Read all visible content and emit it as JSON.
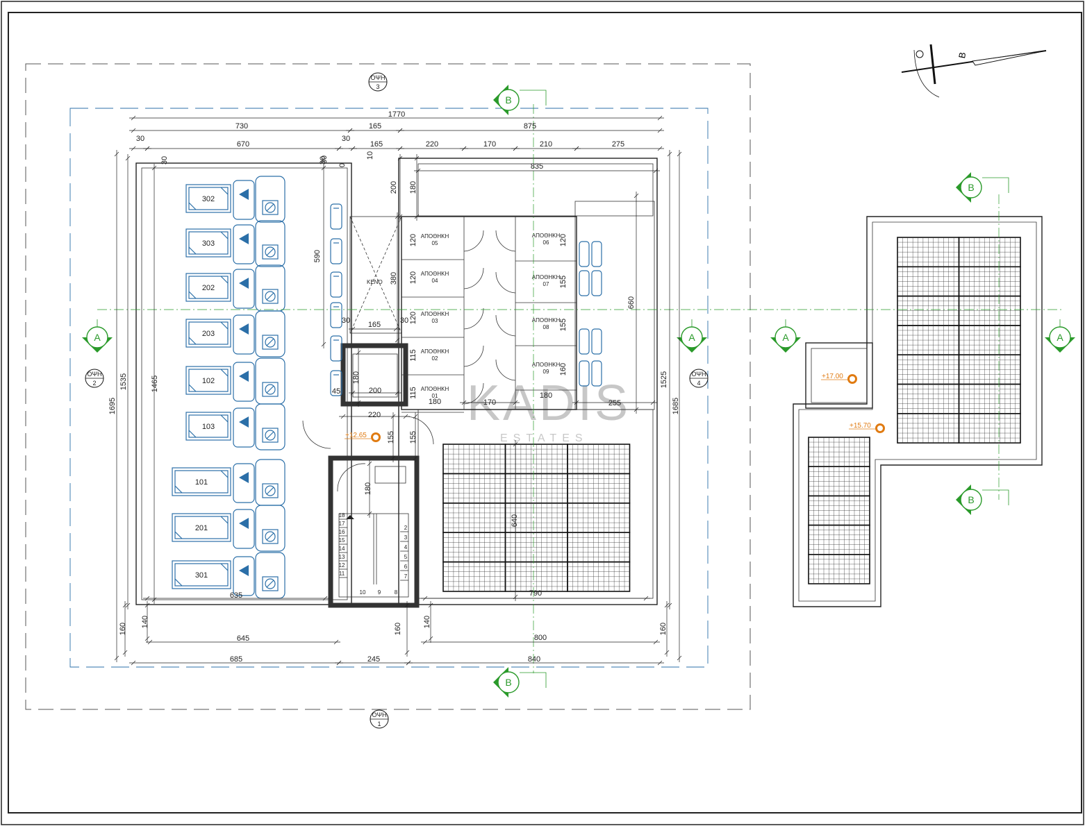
{
  "watermark": {
    "brand": "KADIS",
    "sub": "ESTATES"
  },
  "north_label": "B",
  "elevation_marks": {
    "top": {
      "word": "ΟΨΗ",
      "num": "3"
    },
    "left": {
      "word": "ΟΨΗ",
      "num": "2"
    },
    "right": {
      "word": "ΟΨΗ",
      "num": "4"
    },
    "bottom": {
      "word": "ΟΨΗ",
      "num": "1"
    }
  },
  "section_marks": {
    "a": "A",
    "b": "B"
  },
  "levels": {
    "stair_landing": "+12.65",
    "roof_top": "+17.00",
    "roof_lower": "+15.70"
  },
  "top_dims": {
    "total": "1770",
    "row2": [
      "730",
      "165",
      "875"
    ],
    "row3": [
      "30",
      "670",
      "30",
      "165",
      "220",
      "170",
      "210",
      "275"
    ],
    "small": [
      "30",
      "30",
      "10"
    ],
    "inner": "835"
  },
  "bottom_dims": {
    "row1": [
      "645",
      "800"
    ],
    "row2": [
      "685",
      "245",
      "840"
    ],
    "sides": [
      "160",
      "140",
      "160",
      "140",
      "160"
    ],
    "inner": [
      "635",
      "790"
    ]
  },
  "side_dims": {
    "left_outer": "1695",
    "left_mid": "1535",
    "left_inner": "1465",
    "right_inner": "1525",
    "right_outer": "1685",
    "left_small": "30",
    "right_small": "30"
  },
  "core_dims": {
    "d200": "200",
    "d180": "180",
    "d590": "590",
    "d380": "380",
    "d30a": "30",
    "d165": "165",
    "d30b": "30",
    "d660": "660",
    "lift_200": "200",
    "lift_180": "180",
    "d220": "220",
    "d155a": "155",
    "d155b": "155",
    "d180b": "180",
    "d45": "45",
    "d170": "170",
    "d255": "255",
    "d180c": "180",
    "d180d": "180",
    "d640": "640"
  },
  "storage_rows": [
    {
      "name": "ΑΠΟΘΗΚΗ",
      "num": "05",
      "dim": "120"
    },
    {
      "name": "ΑΠΟΘΗΚΗ",
      "num": "04",
      "dim": "120"
    },
    {
      "name": "ΑΠΟΘΗΚΗ",
      "num": "03",
      "dim": "120"
    },
    {
      "name": "ΑΠΟΘΗΚΗ",
      "num": "02",
      "dim": "115"
    },
    {
      "name": "ΑΠΟΘΗΚΗ",
      "num": "01",
      "dim": "115"
    }
  ],
  "storage_rows_right": [
    {
      "name": "ΑΠΟΘΗΚΗ",
      "num": "06",
      "dim": "120"
    },
    {
      "name": "ΑΠΟΘΗΚΗ",
      "num": "07",
      "dim": "155"
    },
    {
      "name": "ΑΠΟΘΗΚΗ",
      "num": "08",
      "dim": "155"
    },
    {
      "name": "ΑΠΟΘΗΚΗ",
      "num": "09",
      "dim": "160"
    }
  ],
  "void_label": "ΚΕΝΟ",
  "solar_units": [
    "302",
    "303",
    "202",
    "203",
    "102",
    "103",
    "101",
    "201",
    "301"
  ],
  "stairs_left": [
    "18",
    "17",
    "16",
    "15",
    "14",
    "13",
    "12",
    "11"
  ],
  "stairs_bottom": [
    "10",
    "9",
    "8"
  ],
  "stairs_right": [
    "2",
    "3",
    "4",
    "5",
    "6",
    "7"
  ],
  "colors": {
    "section": "#2a9a2a",
    "level": "#e07b12",
    "solar": "#2b6fa8",
    "dim": "#222222"
  }
}
